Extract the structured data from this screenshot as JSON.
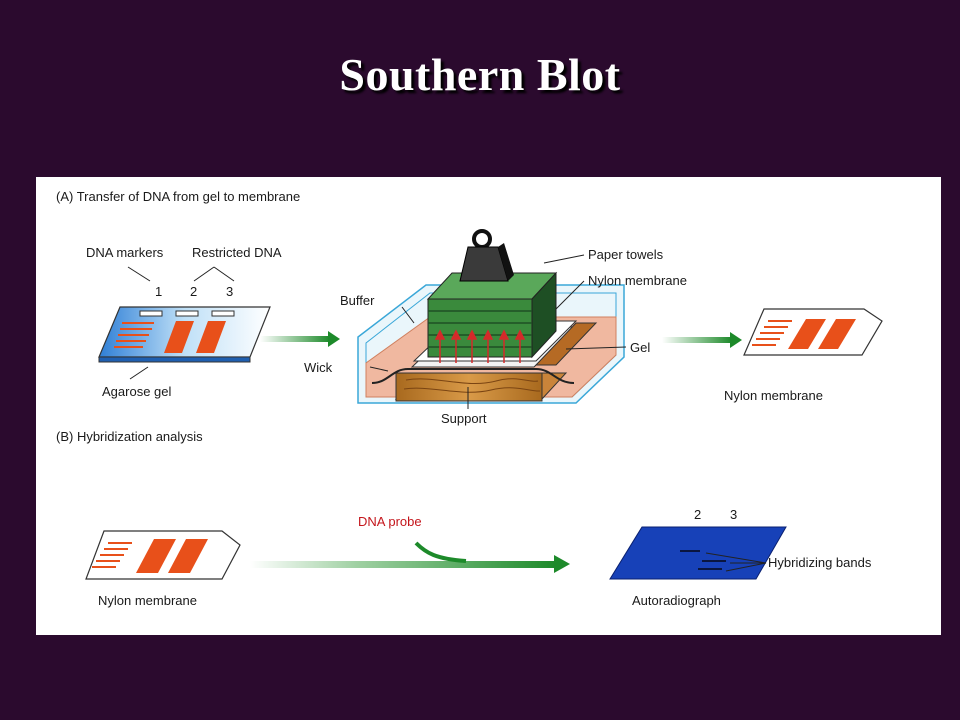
{
  "slide": {
    "title": "Southern Blot"
  },
  "figure": {
    "section_a": {
      "heading": "(A) Transfer of DNA from gel to membrane",
      "dna_markers": "DNA markers",
      "restricted_dna": "Restricted DNA",
      "lane_1": "1",
      "lane_2": "2",
      "lane_3": "3",
      "agarose_gel": "Agarose gel",
      "buffer": "Buffer",
      "paper_towels": "Paper towels",
      "nylon_membrane_top": "Nylon membrane",
      "gel": "Gel",
      "wick": "Wick",
      "support": "Support",
      "nylon_membrane_result": "Nylon membrane"
    },
    "section_b": {
      "heading": "(B) Hybridization analysis",
      "dna_probe": "DNA probe",
      "nylon_membrane": "Nylon membrane",
      "autoradiograph": "Autoradiograph",
      "lane_2": "2",
      "lane_3": "3",
      "hybridizing_bands": "Hybridizing bands"
    },
    "colors": {
      "background": "#2b0a2e",
      "band_orange": "#e8501a",
      "arrow_green": "#1d8a2a",
      "towels_green": "#3a8a3c",
      "autoradiograph_blue": "#1741b8",
      "probe_red": "#c4161c"
    }
  }
}
